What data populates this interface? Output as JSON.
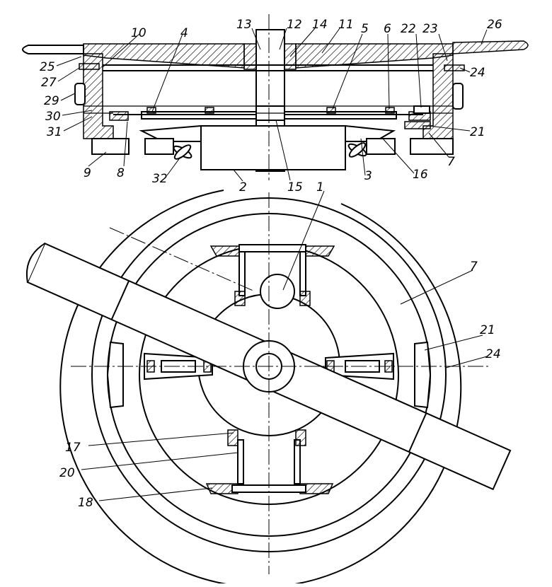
{
  "figure": {
    "labels_top": {
      "l1": "1",
      "l2": "2",
      "l3": "3",
      "l4": "4",
      "l5": "5",
      "l6": "6",
      "l7": "7",
      "l8": "8",
      "l9": "9",
      "l10": "10",
      "l11": "11",
      "l12": "12",
      "l13": "13",
      "l14": "14",
      "l15": "15",
      "l16": "16",
      "l21": "21",
      "l22": "22",
      "l23": "23",
      "l24": "24",
      "l25": "25",
      "l26": "26",
      "l27": "27",
      "l29": "29",
      "l30": "30",
      "l31": "31",
      "l32": "32"
    },
    "labels_bottom": {
      "l7": "7",
      "l17": "17",
      "l18": "18",
      "l20": "20",
      "l21": "21",
      "l24": "24"
    }
  }
}
